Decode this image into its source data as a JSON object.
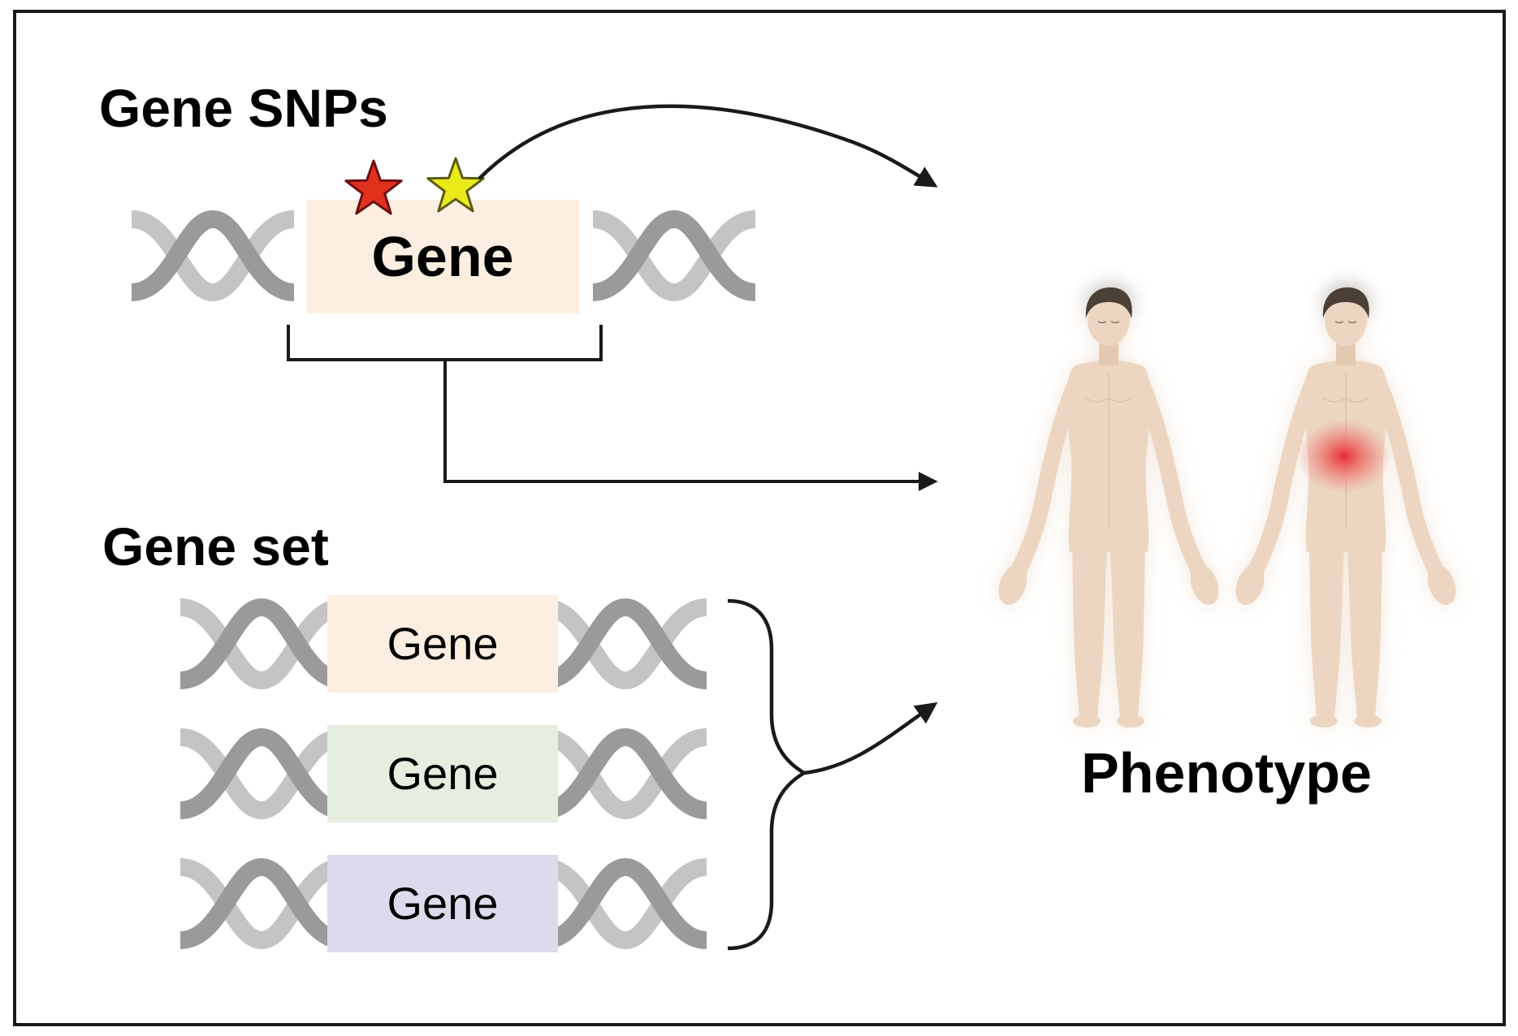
{
  "title_snps": "Gene SNPs",
  "title_geneset": "Gene set",
  "phenotype_label": "Phenotype",
  "snp_gene_label": "Gene",
  "gene_set_labels": [
    "Gene",
    "Gene",
    "Gene"
  ],
  "colors": {
    "border": "#1a1a1a",
    "arrow": "#1a1a1a",
    "dna_dark": "#9a9a9a",
    "dna_light": "#c4c4c4",
    "gene_peach": "#fcefe1",
    "gene_green": "#e6eee0",
    "gene_lavender": "#dcdbed",
    "star_red": "#e0301e",
    "star_yellow": "#eaea1a",
    "skin": "#ecd6c2",
    "glow": "#f6c391",
    "hair": "#4b4036",
    "pain": "#e8242c"
  },
  "icons": [
    "red-star-icon",
    "yellow-star-icon",
    "human-figure-icon",
    "human-figure-pain-icon"
  ]
}
